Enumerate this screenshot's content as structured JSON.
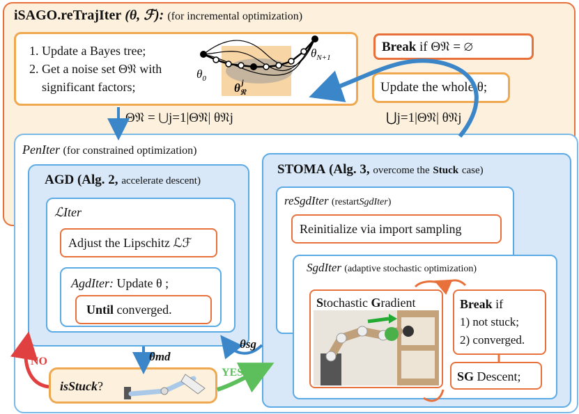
{
  "header": {
    "title": "iSAGO.reTrajIter",
    "title_args": "(θ, ℱ):",
    "subtitle": "(for incremental optimization)"
  },
  "update_box": {
    "line1": "1. Update a Bayes tree;",
    "line2": "2. Get a noise set Θ𝔑 with",
    "line3": "significant factors;"
  },
  "traj": {
    "theta_0": "θ0",
    "theta_n1": "θN+1",
    "theta_nj": "θ𝔑j"
  },
  "break_box": {
    "keyword": "Break",
    "text": "if Θ𝔑 = ∅"
  },
  "update_whole": {
    "text": "Update the whole θ;"
  },
  "formula_left": "Θ𝔑 = ⋃j=1|Θ𝔑| θ𝔑j",
  "formula_right": "⋃j=1|Θ𝔑| θ𝔑j",
  "peniter": {
    "name": "PenIter",
    "desc": "(for constrained optimization)"
  },
  "agd": {
    "name": "AGD",
    "alg": "(Alg. 2,",
    "desc": "accelerate descent)"
  },
  "liter": {
    "name": "ℒIter",
    "adjust": "Adjust the Lipschitz ℒℱ"
  },
  "agditer": {
    "name": "AgdIter:",
    "text": "Update θ ;",
    "until_kw": "Until",
    "until_text": "converged."
  },
  "stoma": {
    "name": "STOMA",
    "alg": "(Alg. 3,",
    "desc": "overcome the",
    "stuck": "Stuck",
    "case": "case)"
  },
  "resgditer": {
    "name": "reSgdIter",
    "desc_pre": "(restart",
    "desc_it": "SgdIter",
    "desc_post": ")",
    "reinit": "Reinitialize via import sampling"
  },
  "sgditer": {
    "name": "SgdIter",
    "desc": "(adaptive stochastic optimization)"
  },
  "stoch_grad": {
    "s": "S",
    "tochastic": "tochastic ",
    "g": "G",
    "radient": "radient"
  },
  "break2": {
    "keyword": "Break",
    "if": "if",
    "c1": "1) not stuck;",
    "c2": "2) converged."
  },
  "sg_descent": {
    "sg": "SG",
    "text": "Descent;"
  },
  "isstuck": {
    "label": "isStuck",
    "q": "?"
  },
  "arrows": {
    "no": "NO",
    "yes": "YES",
    "theta_md": "θmd",
    "theta_sg": "θsg"
  },
  "colors": {
    "orange": "#e8703a",
    "blue": "#3a86c8",
    "red": "#e04040",
    "green": "#5cbf5c",
    "cream": "#fdf1de",
    "panel_blue": "#d8e8f8"
  }
}
